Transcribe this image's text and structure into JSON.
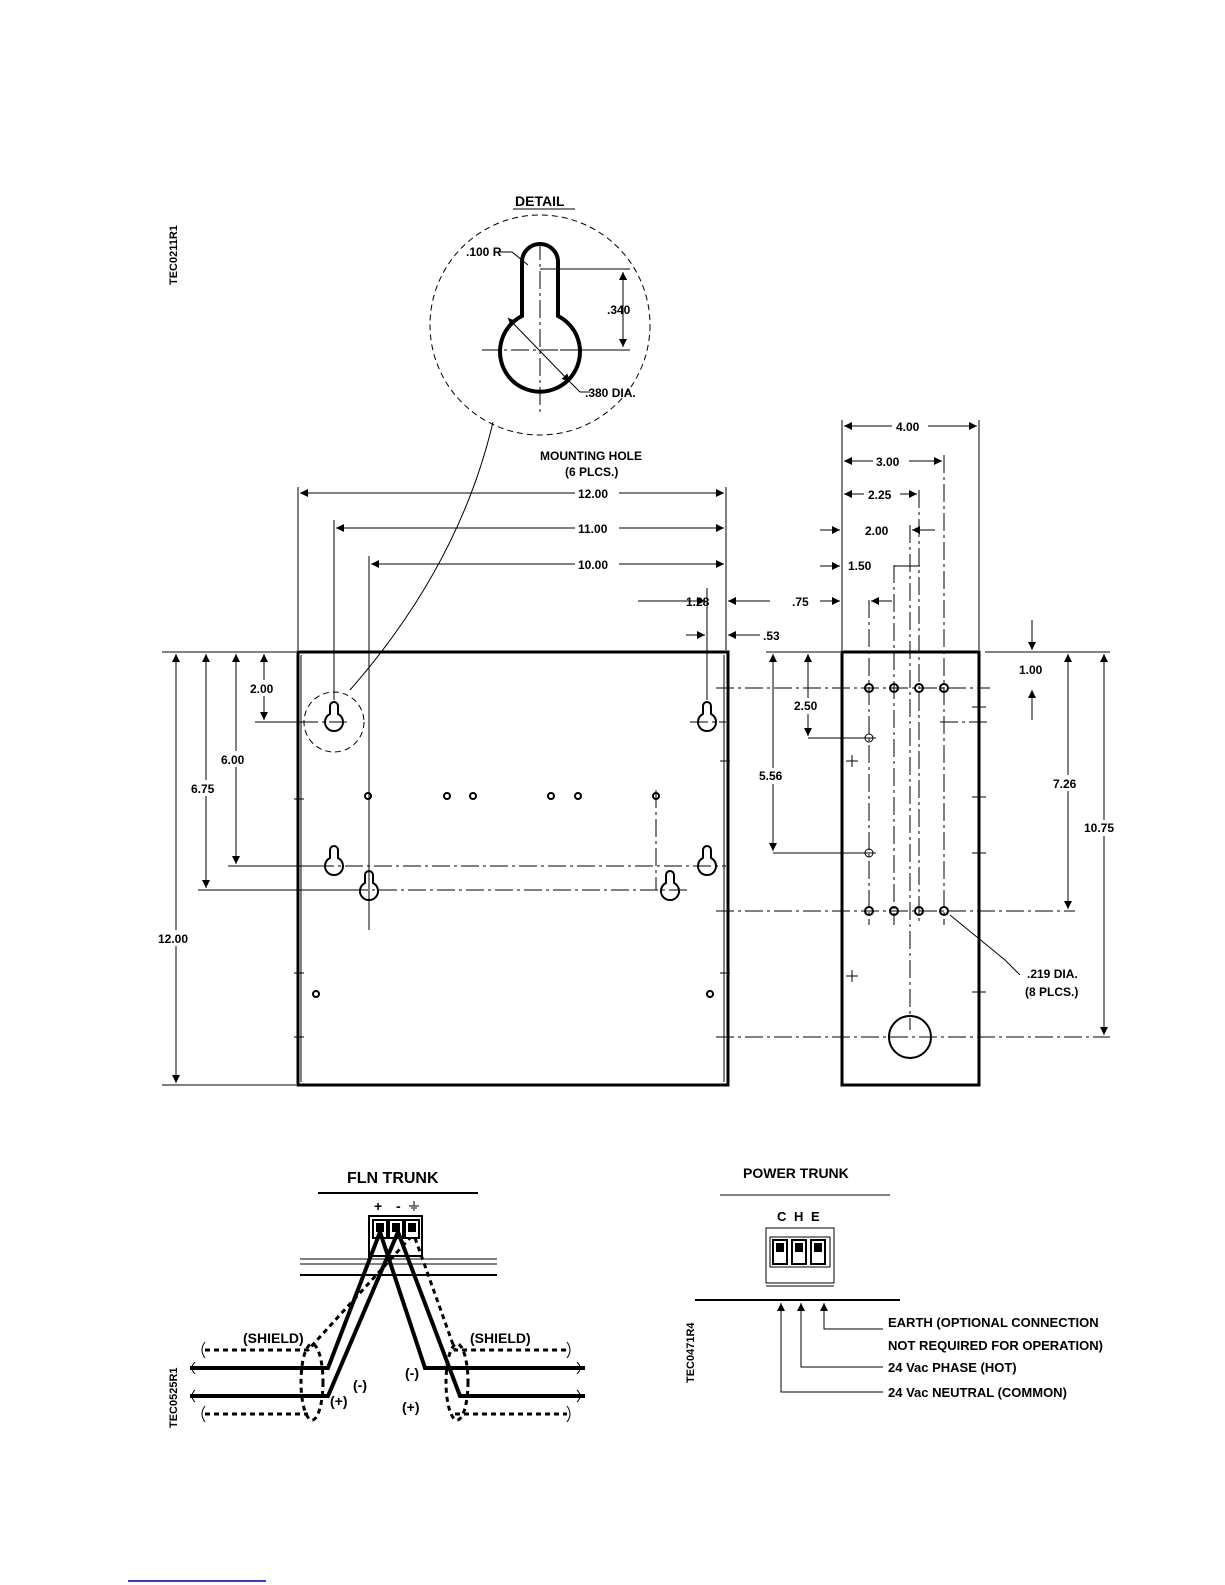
{
  "drawing_ids": {
    "mounting": "TEC0211R1",
    "fln": "TEC0525R1",
    "power": "TEC0471R4"
  },
  "detail": {
    "title": "DETAIL",
    "radius": ".100 R",
    "height": ".340",
    "diameter": ".380 DIA."
  },
  "mounting_hole": {
    "line1": "MOUNTING HOLE",
    "line2": "(6 PLCS.)"
  },
  "front_dims": {
    "w12": "12.00",
    "w11": "11.00",
    "w10": "10.00",
    "d128": "1.28",
    "d53": ".53",
    "v200": "2.00",
    "v600": "6.00",
    "v675": "6.75",
    "v1200": "12.00"
  },
  "side_dims": {
    "h400": "4.00",
    "h300": "3.00",
    "h225": "2.25",
    "h200": "2.00",
    "h150": "1.50",
    "h075": ".75",
    "v100": "1.00",
    "v250": "2.50",
    "v556": "5.56",
    "v726": "7.26",
    "v1075": "10.75",
    "hole_note_1": ".219 DIA.",
    "hole_note_2": "(8 PLCS.)"
  },
  "fln": {
    "title": "FLN TRUNK",
    "plus": "+",
    "minus": "-",
    "shield_left": "(SHIELD)",
    "shield_right": "(SHIELD)",
    "neg_left": "(-)",
    "neg_right": "(-)",
    "pos_left": "(+)",
    "pos_right": "(+)"
  },
  "power": {
    "title": "POWER TRUNK",
    "terminals": "C H E",
    "earth_1": "EARTH (OPTIONAL CONNECTION",
    "earth_2": "NOT REQUIRED FOR OPERATION)",
    "phase": "24 Vac PHASE (HOT)",
    "neutral": "24 Vac NEUTRAL (COMMON)"
  }
}
